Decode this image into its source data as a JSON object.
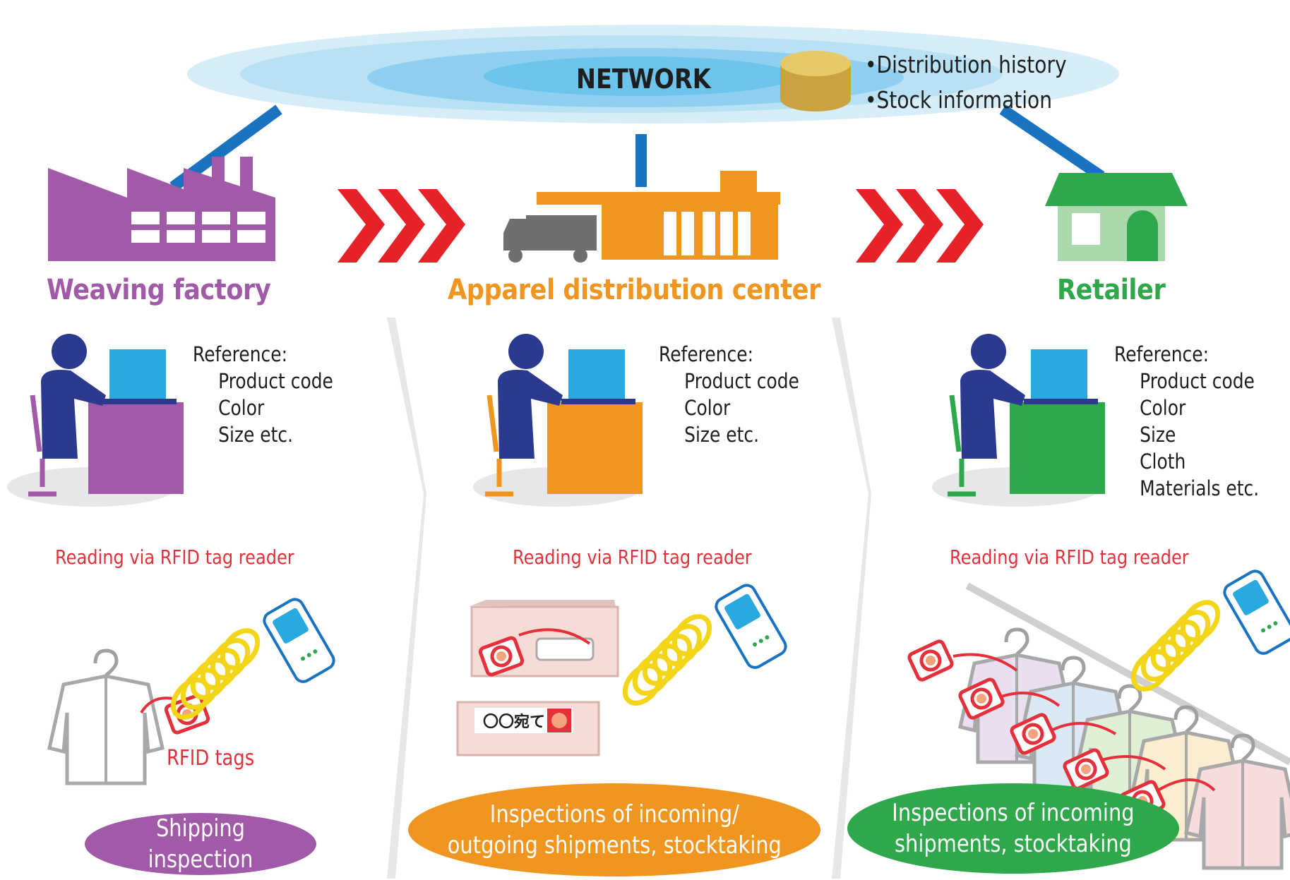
{
  "network": {
    "label": "NETWORK",
    "db_items": [
      "•Distribution history",
      "•Stock information"
    ]
  },
  "colors": {
    "weaving": "#a15aa8",
    "distribution": "#f0951f",
    "retailer": "#2ea84b",
    "arrow": "#e52227",
    "tag_red": "#e4303a",
    "network_blue": "#1a73c0",
    "person": "#2b3a8f",
    "laptop": "#2aa8e0",
    "db_gold": "#d7b14f"
  },
  "stages": [
    {
      "title": "Weaving factory",
      "reference_label": "Reference:",
      "reference_items": [
        "Product code",
        "Color",
        "Size etc."
      ],
      "reading_label": "Reading via RFID tag reader",
      "tag_label": "RFID tags",
      "activity": "Shipping inspection",
      "icon": "factory-icon"
    },
    {
      "title": "Apparel distribution center",
      "reference_label": "Reference:",
      "reference_items": [
        "Product code",
        "Color",
        "Size etc."
      ],
      "reading_label": "Reading via RFID tag reader",
      "box_label": "〇〇宛て",
      "activity": "Inspections of incoming/\noutgoing shipments, stocktaking",
      "icon": "warehouse-icon"
    },
    {
      "title": "Retailer",
      "reference_label": "Reference:",
      "reference_items": [
        "Product code",
        "Color",
        "Size",
        "Cloth",
        "Materials etc."
      ],
      "reading_label": "Reading via RFID tag reader",
      "activity": "Inspections of incoming\nshipments, stocktaking",
      "icon": "store-icon"
    }
  ]
}
